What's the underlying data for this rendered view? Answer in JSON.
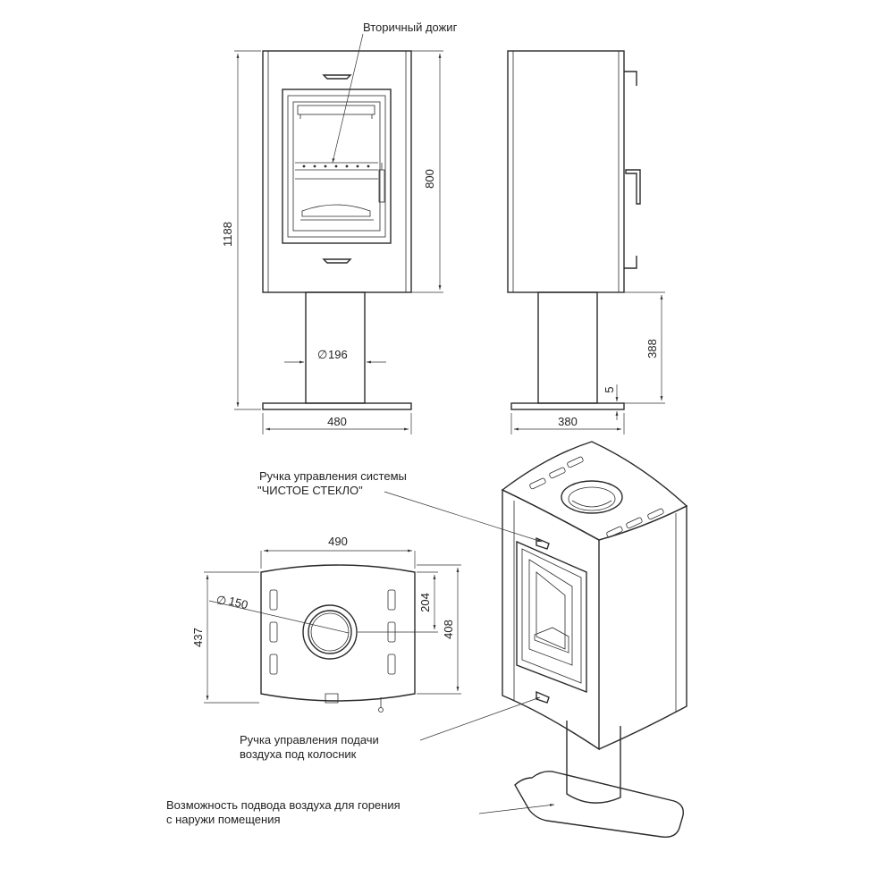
{
  "labels": {
    "secondary_burn": "Вторичный дожиг",
    "clean_glass_line1": "Ручка управления системы",
    "clean_glass_line2": "\"ЧИСТОЕ СТЕКЛО\"",
    "air_supply_line1": "Ручка управления подачи",
    "air_supply_line2": "воздуха под колосник",
    "outside_air_line1": "Возможность подвода воздуха для горения",
    "outside_air_line2": "с наружи помещения"
  },
  "dimensions": {
    "total_height": "1188",
    "body_height": "800",
    "pipe_diameter": "196",
    "base_width_front": "480",
    "base_width_side": "380",
    "pedestal_height": "388",
    "base_thickness": "5",
    "top_width": "490",
    "flue_diameter": "150",
    "top_depth": "437",
    "top_depth_outer": "408",
    "flue_offset": "204"
  },
  "symbols": {
    "diameter": "∅"
  },
  "colors": {
    "line": "#2b2b2b",
    "background": "#ffffff"
  }
}
